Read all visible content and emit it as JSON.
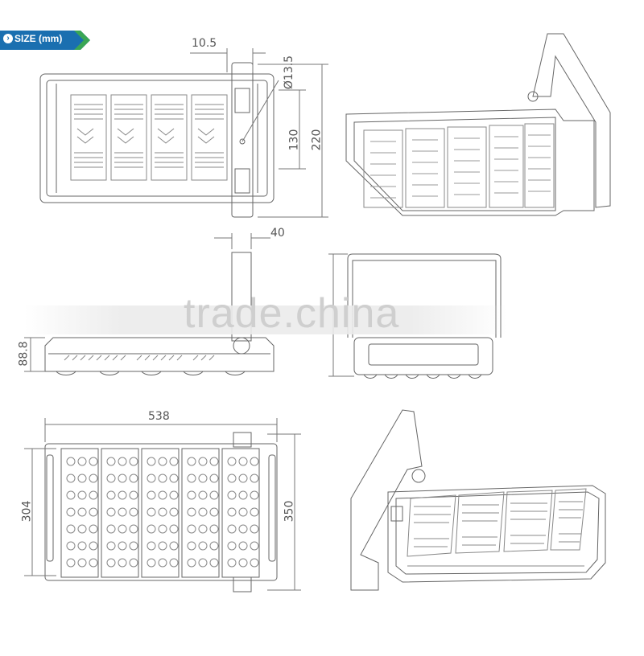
{
  "header": {
    "label": "SIZE (mm)",
    "accent_color": "#1a6fb0",
    "icon": "chevron-right-icon"
  },
  "dimensions": {
    "hole_offset": "10.5",
    "hole_diameter": "Ø13.5",
    "hole_spacing": "130",
    "bracket_height": "220",
    "bracket_width": "40",
    "body_depth": "88.8",
    "total_length": "538",
    "body_width": "304",
    "total_width": "350"
  },
  "watermark": "trade.china"
}
